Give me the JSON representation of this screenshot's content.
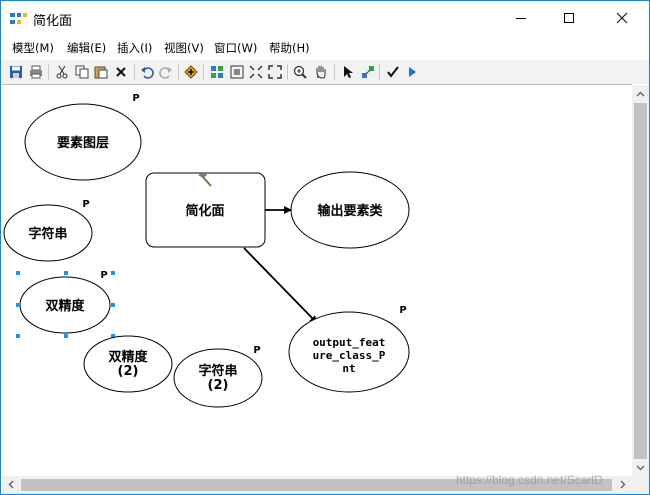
{
  "window": {
    "title": "简化面"
  },
  "menu": [
    {
      "label": "模型(M)"
    },
    {
      "label": "编辑(E)"
    },
    {
      "label": "插入(I)"
    },
    {
      "label": "视图(V)"
    },
    {
      "label": "窗口(W)"
    },
    {
      "label": "帮助(H)"
    }
  ],
  "toolbar": {
    "icons": [
      "save-icon",
      "print-icon",
      "cut-icon",
      "copy-icon",
      "paste-icon",
      "delete-icon",
      "undo-icon",
      "redo-icon",
      "add-data-icon",
      "auto-layout-icon",
      "full-extent-icon",
      "fixed-zoom-in-icon",
      "fixed-zoom-out-icon",
      "zoom-in-icon",
      "pan-icon",
      "select-icon",
      "connect-icon",
      "validate-icon",
      "run-icon"
    ]
  },
  "model": {
    "nodes": {
      "feature_layer": {
        "label": "要素图层",
        "param": "P"
      },
      "string1": {
        "label": "字符串",
        "param": "P"
      },
      "double1": {
        "label": "双精度",
        "param": "P"
      },
      "double2": {
        "label_line1": "双精度",
        "label_line2": "(2)"
      },
      "string2": {
        "label_line1": "字符串",
        "label_line2": "(2)",
        "param": "P"
      },
      "tool": {
        "label": "简化面"
      },
      "output": {
        "label": "输出要素类"
      },
      "output2": {
        "label_line1": "output_feat",
        "label_line2": "ure_class_P",
        "label_line3": "nt",
        "param": "P"
      }
    }
  },
  "watermark": "https://blog.csdn.net/ScarlD",
  "colors": {
    "accent": "#1883d7",
    "selection": "#1e90ff",
    "scroll_track": "#f0f0f0",
    "scroll_thumb": "#c2c2c2"
  }
}
